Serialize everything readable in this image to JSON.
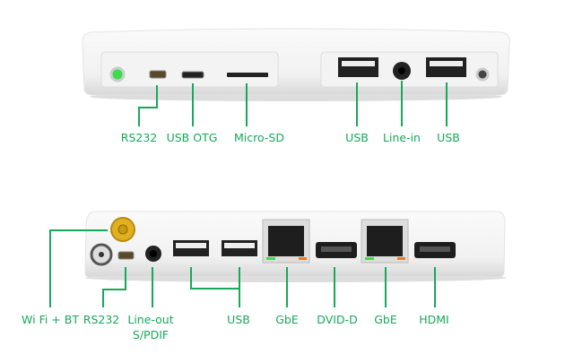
{
  "colors": {
    "accent": "#17a95a",
    "antenna": "#e0b020",
    "led_green": "#3ddc4a",
    "led_orange": "#f07a1a"
  },
  "top_panel": {
    "labels": [
      "RS232",
      "USB OTG",
      "Micro-SD",
      "USB",
      "Line-in",
      "USB"
    ]
  },
  "bottom_panel": {
    "labels": [
      "Wi Fi + BT",
      "RS232",
      "Line-out",
      "S/PDIF",
      "USB",
      "GbE",
      "DVID-D",
      "GbE",
      "HDMI"
    ]
  }
}
